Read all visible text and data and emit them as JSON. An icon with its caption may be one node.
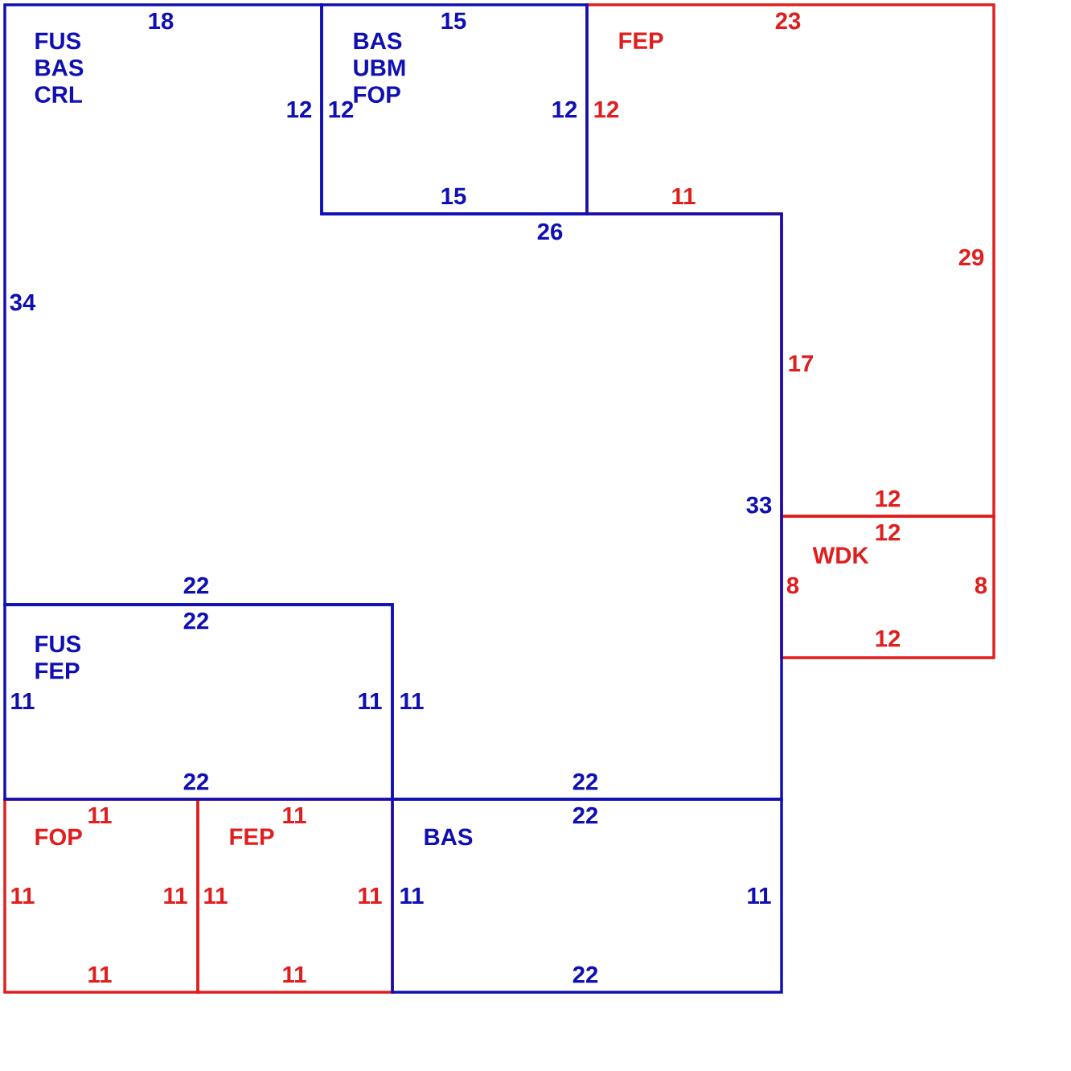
{
  "diagram": {
    "nodes": [
      {
        "text": [
          "FUS BAS CRL",
          "18",
          "12",
          "26",
          "33",
          "22",
          "11",
          "22",
          "34"
        ]
      },
      {
        "text": [
          "BAS UBM FOP",
          "15",
          "12",
          "12",
          "15"
        ]
      },
      {
        "text": [
          "FEP",
          "23",
          "12",
          "11",
          "29",
          "17",
          "12"
        ]
      },
      {
        "text": [
          "WDK",
          "12",
          "8",
          "8",
          "12"
        ]
      },
      {
        "text": [
          "FUS FEP",
          "22",
          "11",
          "11",
          "22"
        ]
      },
      {
        "text": [
          "FOP",
          "11",
          "11",
          "11",
          "11"
        ]
      },
      {
        "text": [
          "FEP",
          "11",
          "11",
          "11",
          "11"
        ]
      },
      {
        "text": [
          "BAS",
          "22",
          "11",
          "11",
          "22"
        ]
      }
    ]
  }
}
